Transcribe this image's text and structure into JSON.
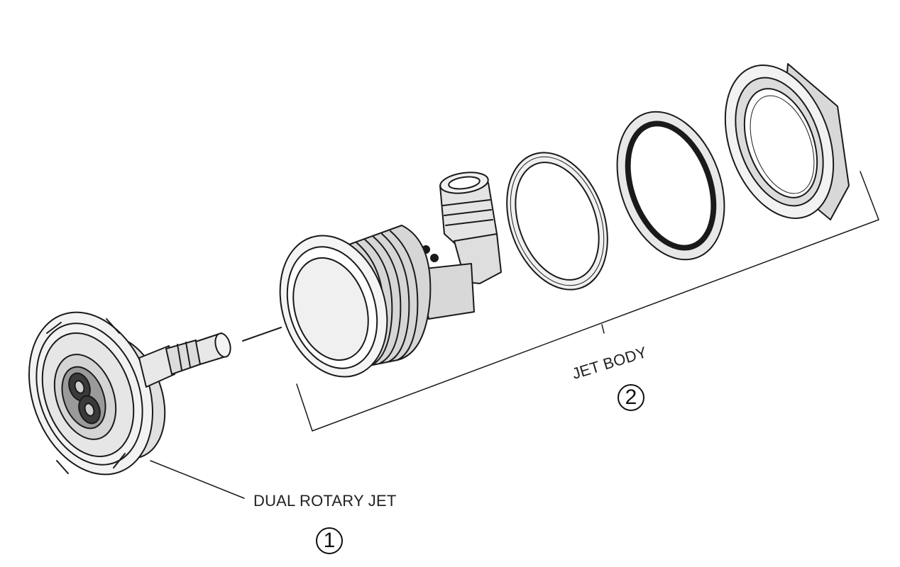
{
  "parts": [
    {
      "number": "①",
      "name": "DUAL ROTARY JET"
    },
    {
      "number": "②",
      "name": "JET BODY"
    }
  ],
  "colors": {
    "stroke": "#1a1a1a",
    "fill_light": "#e8e8e8",
    "fill_mid": "#c8c8c8",
    "fill_dark": "#3a3a3a",
    "background": "#ffffff"
  }
}
